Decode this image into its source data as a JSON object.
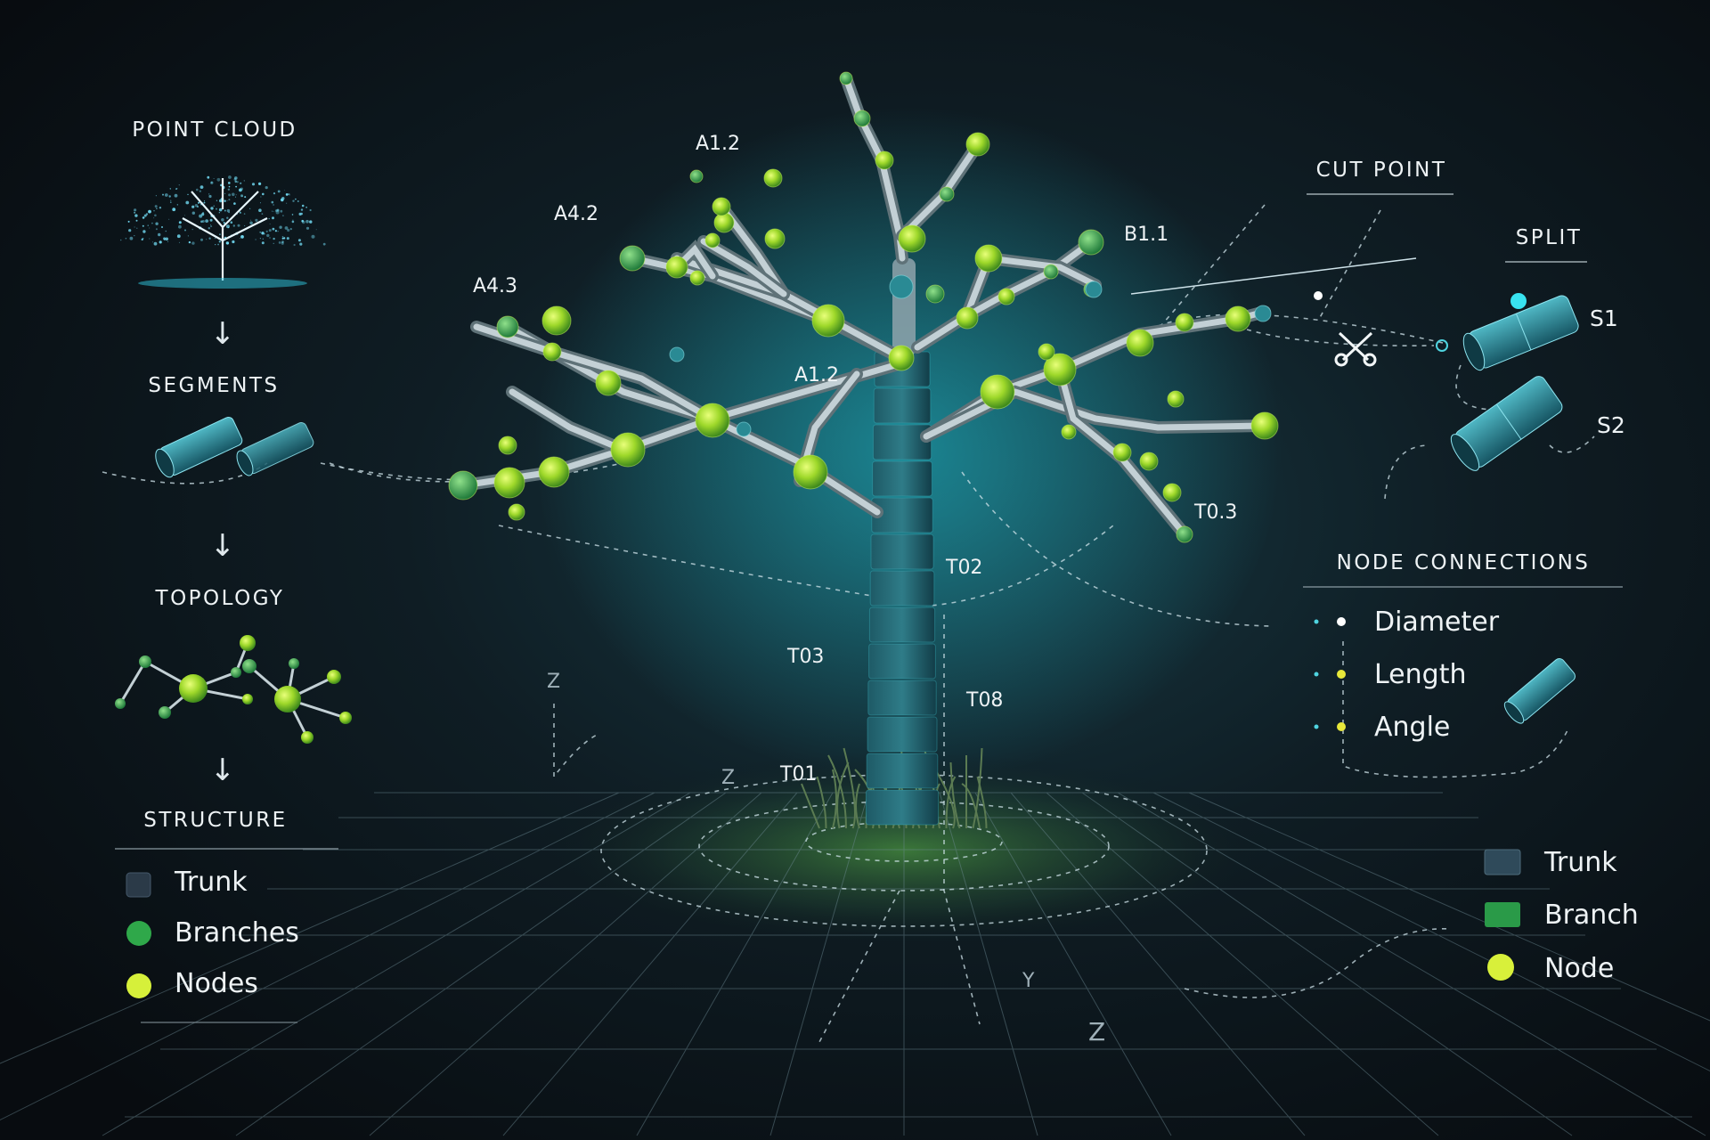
{
  "pipeline": {
    "steps": [
      "POINT CLOUD",
      "SEGMENTS",
      "TOPOLOGY",
      "STRUCTURE"
    ],
    "arrow_glyph": "↓",
    "legend": [
      {
        "label": "Trunk",
        "color": "#2b3a48",
        "shape": "square"
      },
      {
        "label": "Branches",
        "color": "#2fa84a",
        "shape": "circle"
      },
      {
        "label": "Nodes",
        "color": "#d6f03a",
        "shape": "circle"
      }
    ]
  },
  "tree_labels": {
    "a12_top": "A1.2",
    "a42": "A4.2",
    "a43": "A4.3",
    "b11": "B1.1",
    "a12_mid": "A1.2",
    "t03_right": "T0.3",
    "t02": "T02",
    "t03": "T03",
    "t08": "T08",
    "t01": "T01"
  },
  "axes": {
    "z1": "Z",
    "z2": "Z",
    "y": "Y",
    "z3": "Z"
  },
  "cut": {
    "title": "CUT POINT",
    "icon": "scissors-icon"
  },
  "split": {
    "title": "SPLIT",
    "s1": "S1",
    "s2": "S2"
  },
  "node_connections": {
    "title": "NODE CONNECTIONS",
    "items": [
      {
        "label": "Diameter",
        "color": "#ffffff"
      },
      {
        "label": "Length",
        "color": "#e8e83a"
      },
      {
        "label": "Angle",
        "color": "#e8e83a"
      }
    ]
  },
  "legend_right": [
    {
      "label": "Trunk",
      "color": "#2f4a5a"
    },
    {
      "label": "Branch",
      "color": "#2a9a48"
    },
    {
      "label": "Node",
      "color": "#d8f03a"
    }
  ],
  "colors": {
    "background": "#0b1116",
    "glow": "#19b3c4",
    "node": "#9ed82a",
    "branch": "#b9c6cc"
  }
}
